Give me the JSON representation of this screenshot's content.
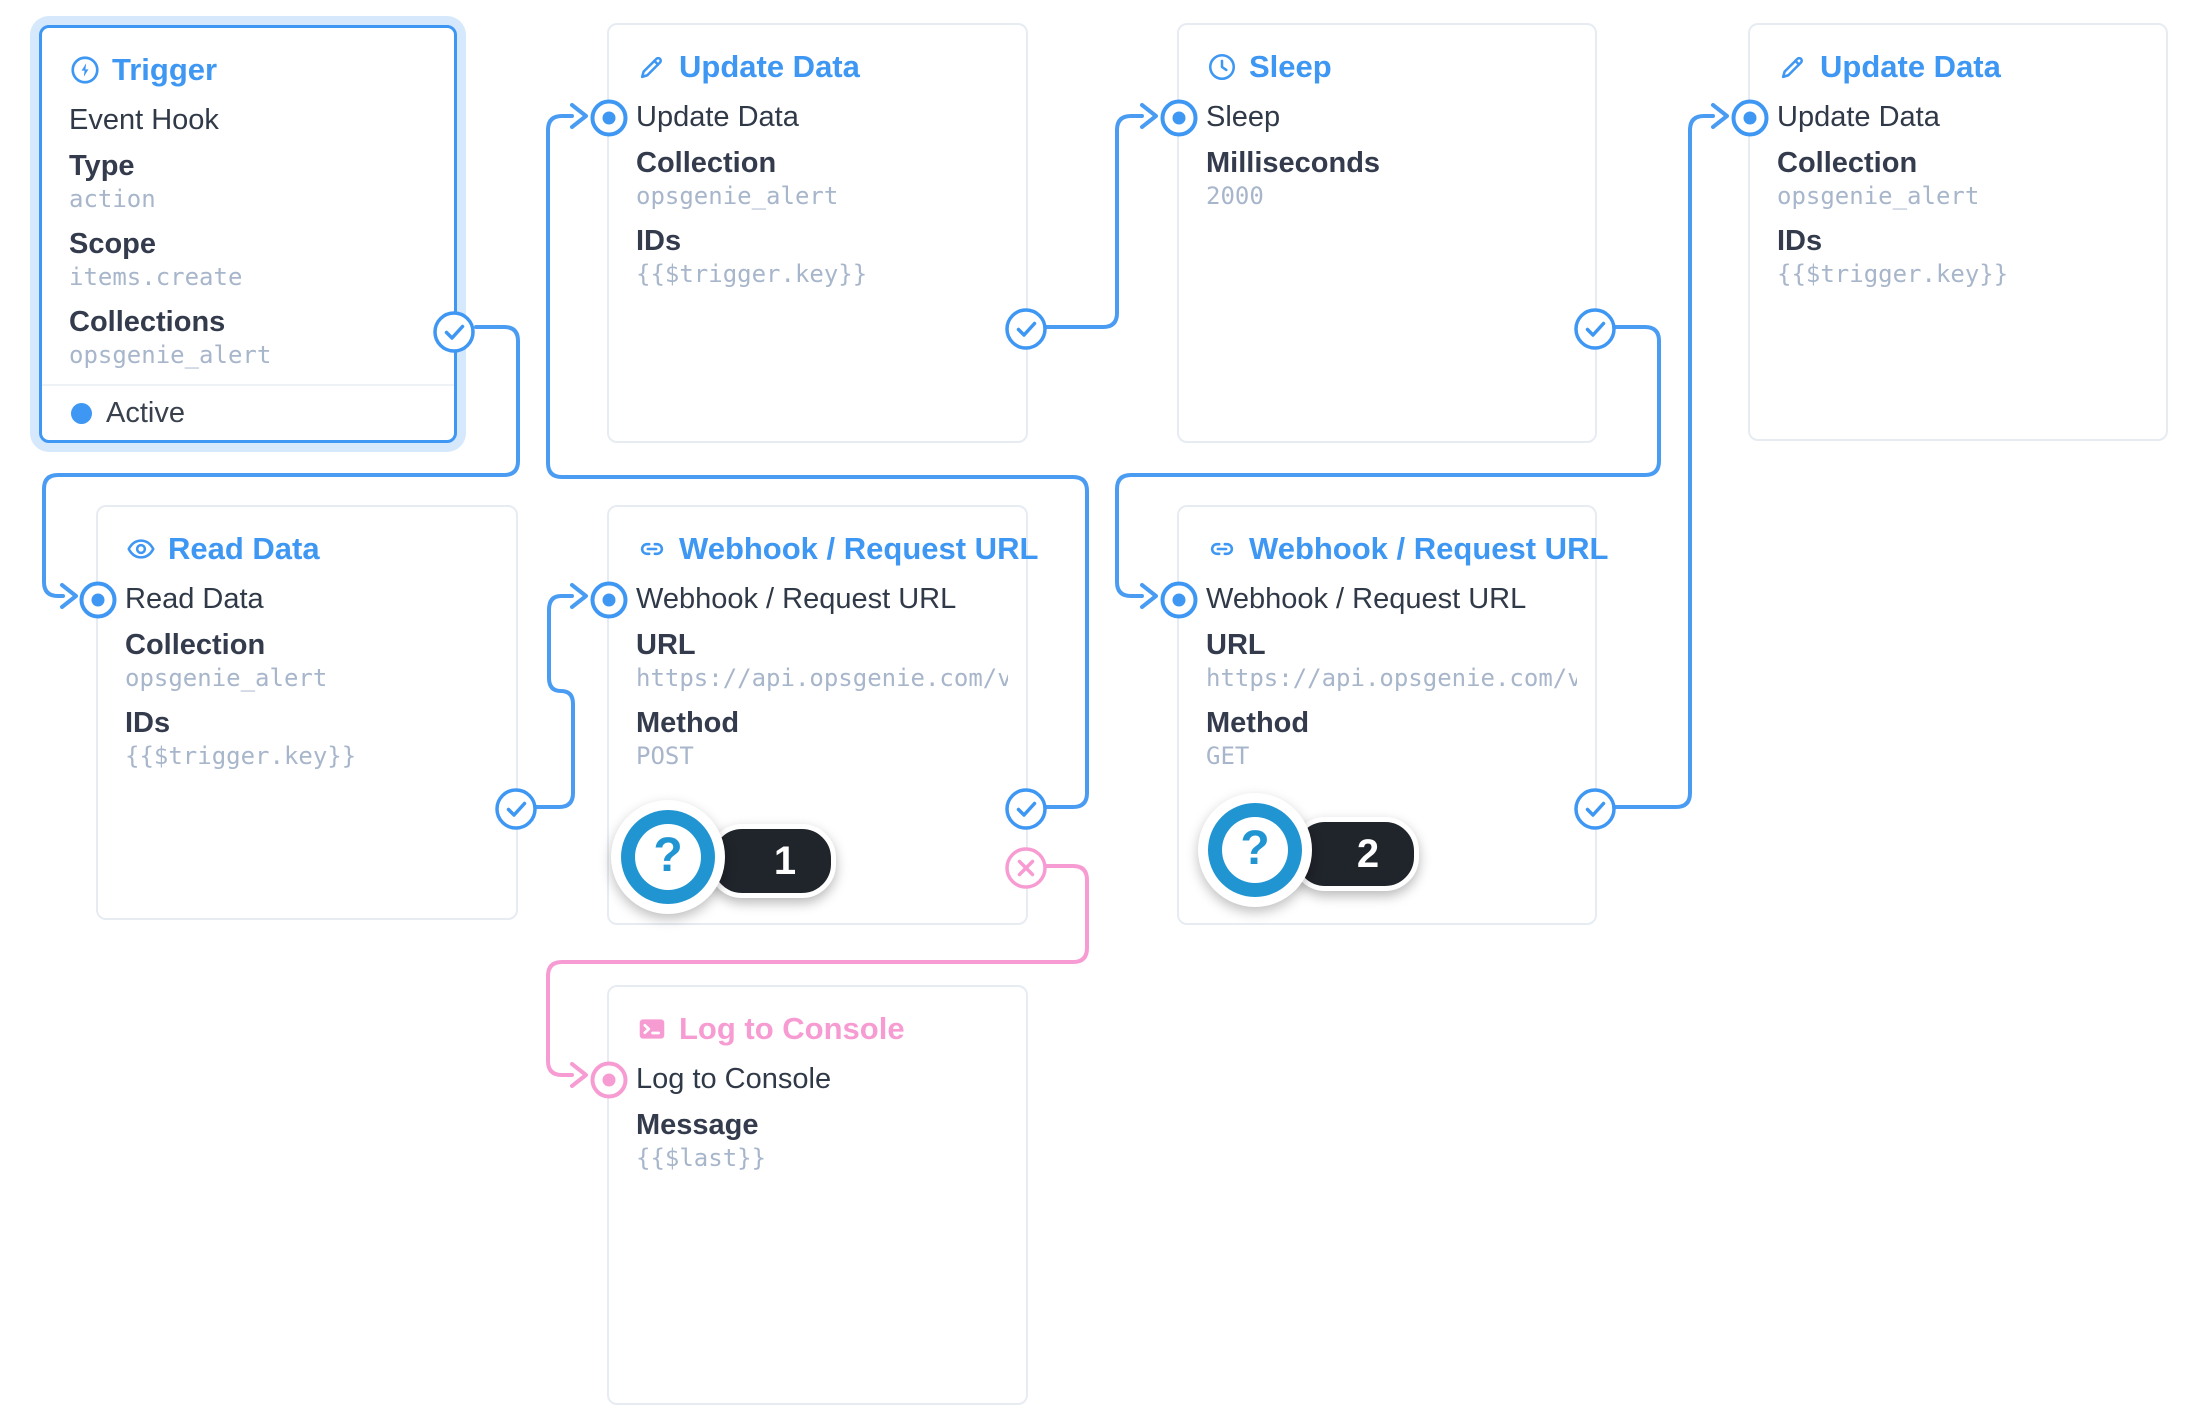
{
  "app": "flow-editor",
  "accent": {
    "blue": "#3e97f2",
    "pink": "#f79cd2",
    "badge_blue": "#2095d2",
    "pill_black": "#20242b"
  },
  "nodes": [
    {
      "id": "trigger",
      "title": "Trigger",
      "icon": "bolt-circle",
      "name": "Event Hook",
      "fields": [
        {
          "label": "Type",
          "value": "action"
        },
        {
          "label": "Scope",
          "value": "items.create"
        },
        {
          "label": "Collections",
          "value": "opsgenie_alert"
        }
      ],
      "status": "Active",
      "selected": true
    },
    {
      "id": "update_data_1",
      "title": "Update Data",
      "icon": "pencil",
      "name": "Update Data",
      "fields": [
        {
          "label": "Collection",
          "value": "opsgenie_alert"
        },
        {
          "label": "IDs",
          "value": "{{$trigger.key}}"
        }
      ]
    },
    {
      "id": "sleep",
      "title": "Sleep",
      "icon": "clock",
      "name": "Sleep",
      "fields": [
        {
          "label": "Milliseconds",
          "value": "2000"
        }
      ]
    },
    {
      "id": "update_data_2",
      "title": "Update Data",
      "icon": "pencil",
      "name": "Update Data",
      "fields": [
        {
          "label": "Collection",
          "value": "opsgenie_alert"
        },
        {
          "label": "IDs",
          "value": "{{$trigger.key}}"
        }
      ]
    },
    {
      "id": "read_data",
      "title": "Read Data",
      "icon": "eye",
      "name": "Read Data",
      "fields": [
        {
          "label": "Collection",
          "value": "opsgenie_alert"
        },
        {
          "label": "IDs",
          "value": "{{$trigger.key}}"
        }
      ]
    },
    {
      "id": "webhook_post",
      "title": "Webhook / Request URL",
      "icon": "link",
      "name": "Webhook / Request URL",
      "fields": [
        {
          "label": "URL",
          "value": "https://api.opsgenie.com/v…"
        },
        {
          "label": "Method",
          "value": "POST"
        }
      ],
      "badge": "1",
      "badge_glyph": "?"
    },
    {
      "id": "webhook_get",
      "title": "Webhook / Request URL",
      "icon": "link",
      "name": "Webhook / Request URL",
      "fields": [
        {
          "label": "URL",
          "value": "https://api.opsgenie.com/v…"
        },
        {
          "label": "Method",
          "value": "GET"
        }
      ],
      "badge": "2",
      "badge_glyph": "?"
    },
    {
      "id": "log_to_console",
      "title": "Log to Console",
      "icon": "terminal",
      "name": "Log to Console",
      "fields": [
        {
          "label": "Message",
          "value": "{{$last}}"
        }
      ],
      "color": "pink"
    }
  ],
  "connections": [
    {
      "from": "trigger",
      "type": "resolve",
      "to": "read_data"
    },
    {
      "from": "read_data",
      "type": "resolve",
      "to": "webhook_post"
    },
    {
      "from": "webhook_post",
      "type": "resolve",
      "to": "update_data_1"
    },
    {
      "from": "update_data_1",
      "type": "resolve",
      "to": "sleep"
    },
    {
      "from": "sleep",
      "type": "resolve",
      "to": "webhook_get"
    },
    {
      "from": "webhook_get",
      "type": "resolve",
      "to": "update_data_2"
    },
    {
      "from": "webhook_post",
      "type": "reject",
      "to": "log_to_console"
    }
  ]
}
